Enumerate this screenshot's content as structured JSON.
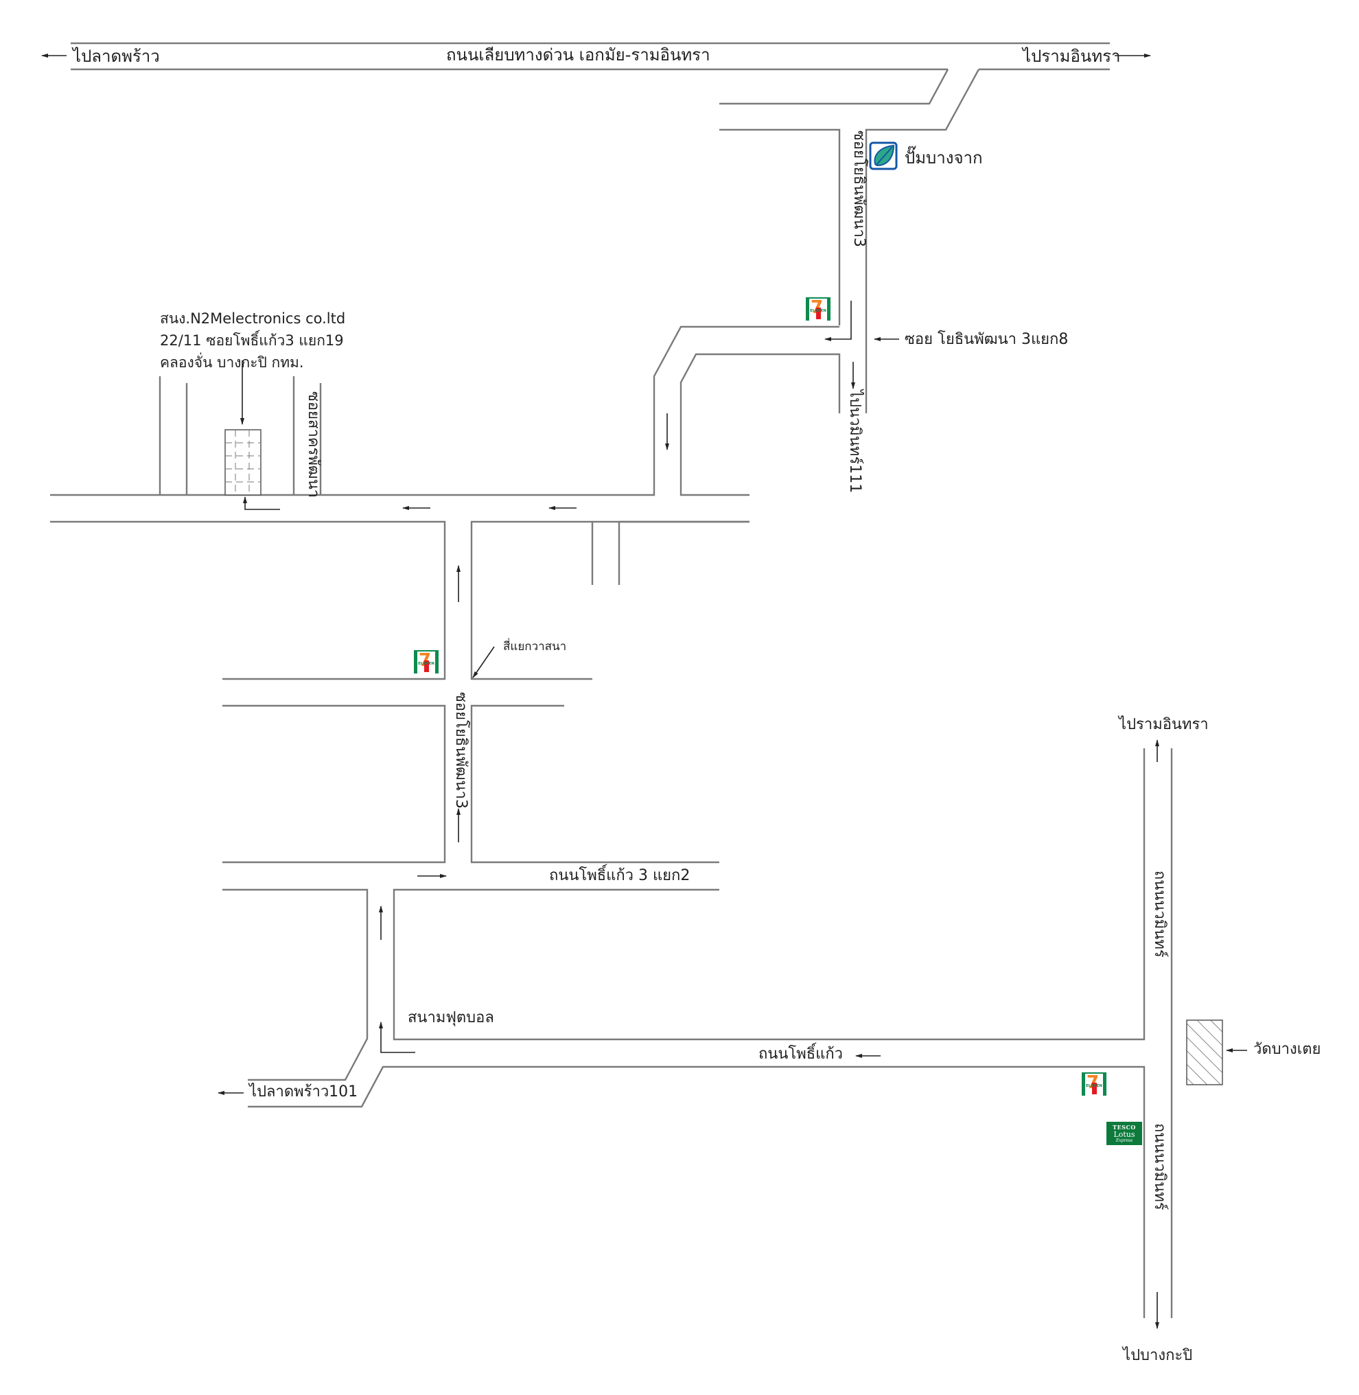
{
  "map_title": "แผนที่ สนง.N2Melectronics co.ltd",
  "address": {
    "line1": "สนง.N2Melectronics co.ltd",
    "line2": "22/11 ซอยโพธิ์แก้ว3 แยก19",
    "line3": "คลองจั่น บางกะปิ กทม."
  },
  "roads": {
    "expressway": "ถนนเลียบทางด่วน เอกมัย-รามอินทรา",
    "to_ladprao": "ไปลาดพร้าว",
    "to_ramintra_top": "ไปรามอินทรา",
    "soi_yothin_upper": "ซอยโยธินพัฒนา3",
    "soi_yothin_lower": "ซอยโยธินพัฒนา3",
    "soi_yothin_8": "ซอย โยธินพัฒนา 3แยก8",
    "to_nawamin_111": "ไปนวมินทร์111",
    "soi_sakhon": "ซอยสาครพัฒนา",
    "wasana_junction": "สี่แยกวาสนา",
    "phokaew3_2": "ถนนโพธิ์แก้ว 3 แยก2",
    "football_field": "สนามฟุตบอล",
    "phokaew": "ถนนโพธิ์แก้ว",
    "to_ladprao_101": "ไปลาดพร้าว101",
    "nawamin_upper": "ถนนนวมินทร์",
    "nawamin_lower": "ถนนนวมินทร์",
    "to_ramintra_right": "ไปรามอินทรา",
    "to_bangkapi": "ไปบางกะปิ"
  },
  "landmarks": {
    "bangchak": "ปั๊มบางจาก",
    "temple": "วัดบางเตย",
    "seven_eleven_text": "ELEVEN",
    "seven_eleven_digit": "7",
    "tesco_line1": "TESCO",
    "tesco_line2": "Lotus",
    "tesco_line3": "Express"
  },
  "colors": {
    "road_line": "#7a7a7a",
    "seven_eleven_green": "#0f8a4f",
    "seven_eleven_orange": "#f58220",
    "seven_eleven_red": "#e31b23",
    "bangchak_blue": "#1557a6",
    "bangchak_green": "#2aa889",
    "tesco_green": "#0d7a3c"
  }
}
